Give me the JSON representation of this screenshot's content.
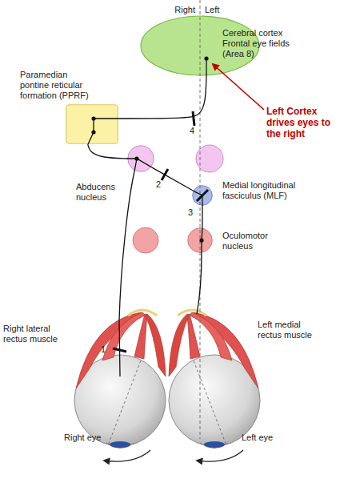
{
  "diagram": {
    "nodes": [
      {
        "text": [
          "Cerebral cortex Frontal eye fields (Area 8)"
        ]
      },
      {
        "text": [
          "Paramedian pontine reticular formation (PPRF)"
        ]
      },
      {
        "text": [
          "Abducens nucleus"
        ]
      },
      {
        "text": [
          "Medial longitudinal fasciculus (MLF)"
        ]
      },
      {
        "text": [
          "Oculomotor nucleus"
        ]
      }
    ],
    "edges": [
      {
        "from": 0,
        "to": 1,
        "arrow": "none"
      },
      {
        "from": 1,
        "to": 2,
        "arrow": "none"
      },
      {
        "from": 2,
        "to": 3,
        "arrow": "none"
      },
      {
        "from": 3,
        "to": 4,
        "arrow": "none"
      }
    ],
    "labels": [
      "Right",
      "Left",
      "Left Cortex drives eyes to the right",
      "4",
      "2",
      "3",
      "1",
      "Right lateral rectus muscle",
      "Left medial rectus muscle",
      "Right eye",
      "Left eye"
    ]
  }
}
